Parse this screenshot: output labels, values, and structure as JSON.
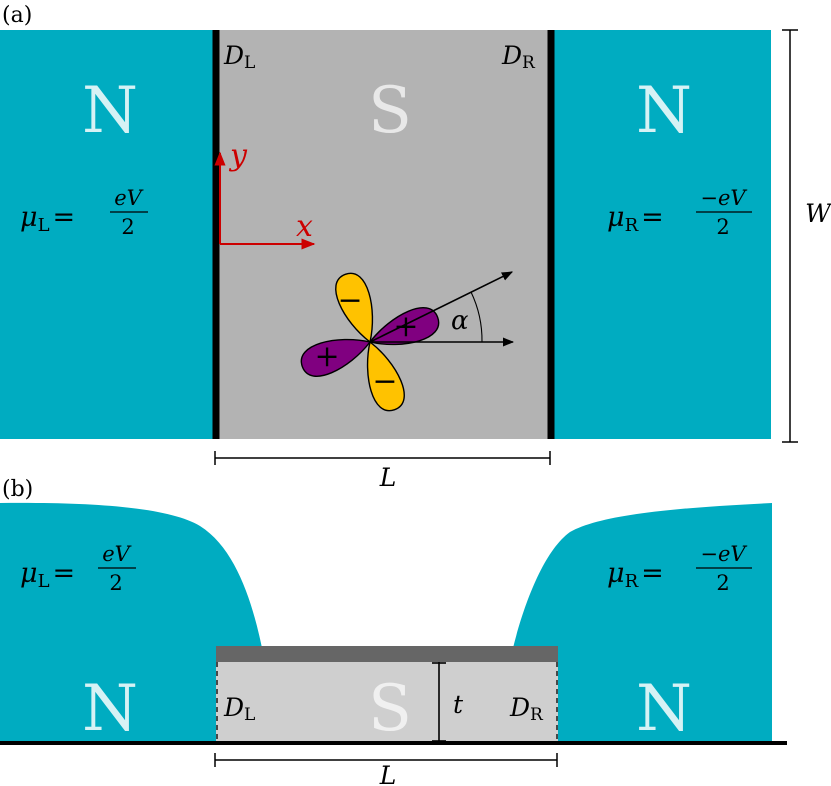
{
  "panel_a": {
    "label": "(a)",
    "left_region": "N",
    "right_region": "N",
    "center_region": "S",
    "left_contact_label": {
      "base": "D",
      "sub": "L"
    },
    "right_contact_label": {
      "base": "D",
      "sub": "R"
    },
    "mu_left": {
      "base": "μ",
      "sub": "L",
      "eq": "=",
      "num": "eV",
      "den": "2"
    },
    "mu_right": {
      "base": "μ",
      "sub": "R",
      "eq": "=",
      "num": "−eV",
      "den": "2"
    },
    "axis_y": "y",
    "axis_x": "x",
    "width_label": "W",
    "length_label": "L",
    "angle_label": "α",
    "lobe_plus": "+",
    "lobe_minus": "−"
  },
  "panel_b": {
    "label": "(b)",
    "left_region": "N",
    "right_region": "N",
    "center_region": "S",
    "left_contact_label": {
      "base": "D",
      "sub": "L"
    },
    "right_contact_label": {
      "base": "D",
      "sub": "R"
    },
    "mu_left": {
      "base": "μ",
      "sub": "L",
      "eq": "=",
      "num": "eV",
      "den": "2"
    },
    "mu_right": {
      "base": "μ",
      "sub": "R",
      "eq": "=",
      "num": "−eV",
      "den": "2"
    },
    "thickness_label": "t",
    "length_label": "L"
  },
  "colors": {
    "normal_metal": "#00acc1",
    "superconductor": "#b3b3b3",
    "superconductor_side": "#cfcfcf",
    "top_layer": "#666666",
    "axis": "#cc0000",
    "lobe_plus": "#800080",
    "lobe_minus": "#ffc200",
    "region_letter": "#d6f2f5"
  }
}
